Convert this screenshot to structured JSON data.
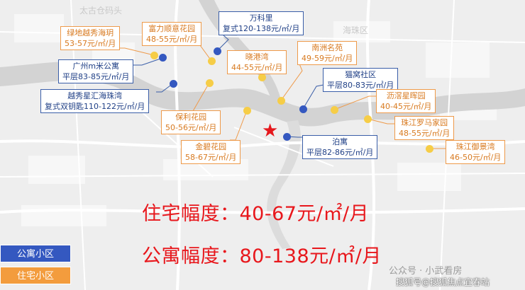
{
  "colors": {
    "apartment": "#3458c0",
    "residential": "#f6cd47",
    "apartment_text": "#1f3f86",
    "residential_text": "#d87a20",
    "highlight": "#e5171c"
  },
  "map_labels": {
    "taigu": "太古仓码头",
    "haizhu": "海珠区"
  },
  "callouts": [
    {
      "id": "lvdi",
      "type": "res",
      "name": "绿地越秀海玥",
      "price": "53-57元/㎡/月"
    },
    {
      "id": "fuli",
      "type": "res",
      "name": "富力顺意花园",
      "price": "48-55元/㎡/月"
    },
    {
      "id": "wanke",
      "type": "apt",
      "name": "万科里",
      "price": "复式120-138元/㎡/月"
    },
    {
      "id": "guangzhou",
      "type": "apt",
      "name": "广州m米公寓",
      "price": "平层83-85元/㎡/月"
    },
    {
      "id": "xiaogang",
      "type": "res",
      "name": "晓港湾",
      "price": "44-55元/㎡/月"
    },
    {
      "id": "nanzhou",
      "type": "res",
      "name": "南洲名苑",
      "price": "49-59元/㎡/月"
    },
    {
      "id": "maowo",
      "type": "apt",
      "name": "猫窝社区",
      "price": "平层80-83元/㎡/月"
    },
    {
      "id": "yuexiu",
      "type": "apt",
      "name": "越秀星汇海珠湾",
      "price": "复式双钥匙110-122元/㎡/月"
    },
    {
      "id": "liyao",
      "type": "res",
      "name": "沥滘星晖园",
      "price": "40-45元/㎡/月"
    },
    {
      "id": "baoli",
      "type": "res",
      "name": "保利花园",
      "price": "50-56元/㎡/月"
    },
    {
      "id": "zhujiang_lmj",
      "type": "res",
      "name": "珠江罗马家园",
      "price": "48-55元/㎡/月"
    },
    {
      "id": "jinbi",
      "type": "res",
      "name": "金碧花园",
      "price": "58-67元/㎡/月"
    },
    {
      "id": "boyu",
      "type": "apt",
      "name": "泊寓",
      "price": "平层82-86元/㎡/月"
    },
    {
      "id": "zhujiang_yjw",
      "type": "res",
      "name": "珠江御景湾",
      "price": "46-50元/㎡/月"
    }
  ],
  "summary": {
    "residential": "住宅幅度：40-67元/㎡/月",
    "apartment": "公寓幅度：80-138元/㎡/月"
  },
  "legend": {
    "apartment": "公寓小区",
    "residential": "住宅小区"
  },
  "watermark": {
    "account": "公众号 · 小武看房",
    "site": "搜狐号@搜狐焦点宜春站"
  }
}
